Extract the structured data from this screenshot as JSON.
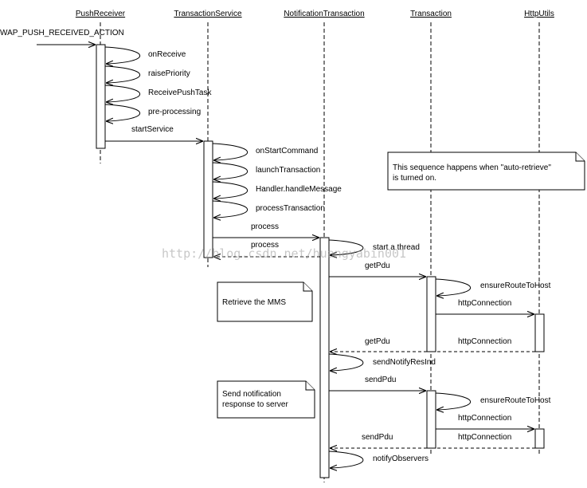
{
  "participants": [
    {
      "id": "push_receiver",
      "label": "PushReceiver"
    },
    {
      "id": "transaction_service",
      "label": "TransactionService"
    },
    {
      "id": "notification_transaction",
      "label": "NotificationTransaction"
    },
    {
      "id": "transaction",
      "label": "Transaction"
    },
    {
      "id": "http_utils",
      "label": "HttpUtils"
    }
  ],
  "messages": {
    "wap_push_received_action": "WAP_PUSH_RECEIVED_ACTION",
    "on_receive": "onReceive",
    "raise_priority": "raisePriority",
    "receive_push_task": "ReceivePushTask",
    "pre_processing": "pre-processing",
    "start_service": "startService",
    "on_start_command": "onStartCommand",
    "launch_transaction": "launchTransaction",
    "handler_handle_message": "Handler.handleMessage",
    "process_transaction": "processTransaction",
    "process_1": "process",
    "process_2": "process",
    "start_a_thread": "start a thread",
    "get_pdu_1": "getPdu",
    "ensure_route_to_host_1": "ensureRouteToHost",
    "http_connection_1": "httpConnection",
    "get_pdu_return_1": "getPdu",
    "http_connection_return_1": "httpConnection",
    "send_notify_res_ind": "sendNotifyResInd",
    "send_pdu_1": "sendPdu",
    "ensure_route_to_host_2": "ensureRouteToHost",
    "http_connection_2": "httpConnection",
    "http_connection_3": "httpConnection",
    "send_pdu_return": "sendPdu",
    "notify_observers": "notifyObservers"
  },
  "notes": {
    "auto_retrieve_line1": "This sequence happens when \"auto-retrieve\"",
    "auto_retrieve_line2": "is turned on.",
    "retrieve_mms": "Retrieve the MMS",
    "send_notification_line1": "Send notification",
    "send_notification_line2": "response to server"
  },
  "watermark": "http://blog.csdn.net/huangyabin001"
}
